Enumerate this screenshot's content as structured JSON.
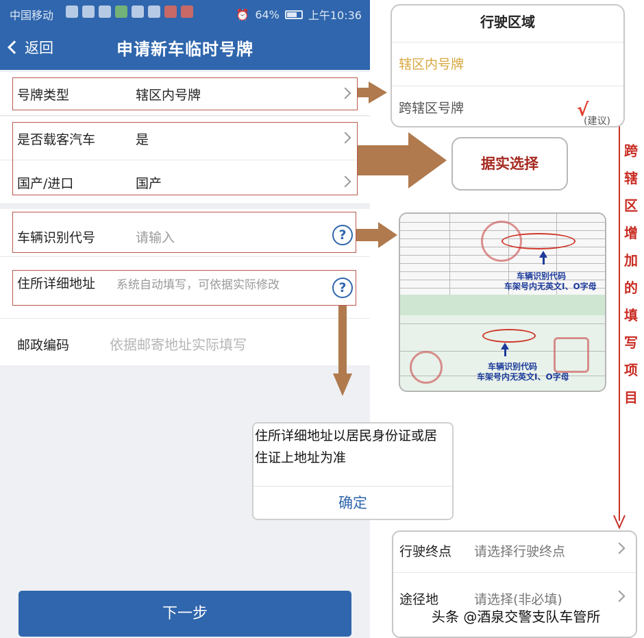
{
  "status_bar": {
    "carrier": "中国移动",
    "battery": "64%",
    "time": "上午10:36"
  },
  "title_bar": {
    "back_label": "返回",
    "title": "申请新车临时号牌"
  },
  "form": {
    "plate_type": {
      "label": "号牌类型",
      "value": "辖区内号牌"
    },
    "passenger_car": {
      "label": "是否载客汽车",
      "value": "是"
    },
    "origin": {
      "label": "国产/进口",
      "value": "国产"
    },
    "vin": {
      "label": "车辆识别代号",
      "placeholder": "请输入"
    },
    "address": {
      "label": "住所详细地址",
      "placeholder": "系统自动填写，可依据实际修改"
    },
    "postcode": {
      "label": "邮政编码",
      "placeholder": "依据邮寄地址实际填写"
    },
    "help_glyph": "?"
  },
  "next_button": "下一步",
  "region_popup": {
    "title": "行驶区域",
    "options": [
      "辖区内号牌",
      "跨辖区号牌"
    ],
    "check_mark": "√",
    "suggest_label": "(建议)"
  },
  "choose_truthfully": "据实选择",
  "vin_certificate": {
    "note1_line1": "车辆识别代码",
    "note1_line2": "车架号内无英文I、O字母",
    "note2_line1": "车辆识别代码",
    "note2_line2": "车架号内无英文I、O字母"
  },
  "address_popup": {
    "message": "住所详细地址以居民身份证或居住证上地址为准",
    "confirm": "确定"
  },
  "destination_panel": {
    "endpoint": {
      "label": "行驶终点",
      "placeholder": "请选择行驶终点"
    },
    "via": {
      "label": "途径地",
      "placeholder": "请选择(非必填)"
    }
  },
  "side_note": [
    "跨",
    "辖",
    "区",
    "增",
    "加",
    "的",
    "填",
    "写",
    "项",
    "目"
  ],
  "watermark": "头条 @酒泉交警支队车管所",
  "colors": {
    "primary": "#2f66ad",
    "annotation_arrow": "#b07a4e",
    "annotation_red": "#c92d24",
    "selected_option": "#d7a840"
  }
}
